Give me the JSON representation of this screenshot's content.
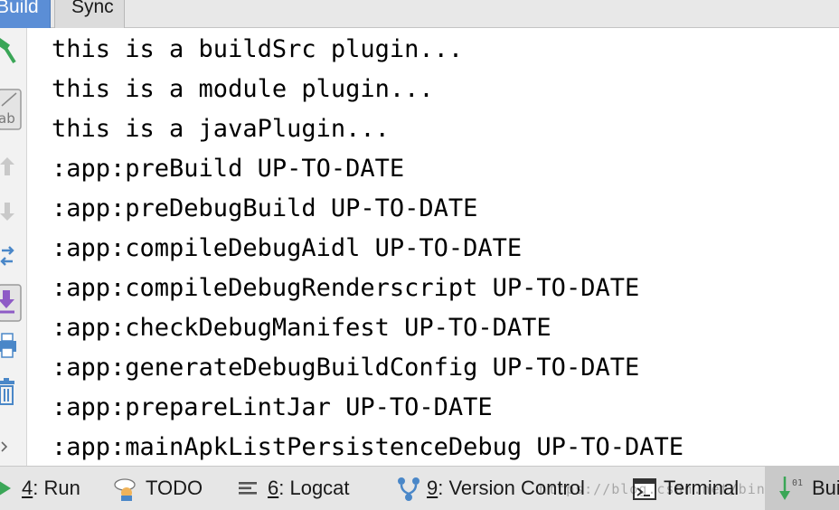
{
  "top_tabs": [
    {
      "label": "Build",
      "active": true
    },
    {
      "label": "Sync",
      "active": false
    }
  ],
  "left_toolbar": [
    "hammer-icon",
    "soft-wrap-icon",
    "arrow-up-icon",
    "arrow-down-icon",
    "toggle-view-icon",
    "scroll-to-end-icon",
    "print-icon",
    "trash-icon",
    "expand-icon"
  ],
  "soft_wrap_label": "ab",
  "console": {
    "lines": [
      "this is a buildSrc plugin...",
      "this is a module plugin...",
      "this is a javaPlugin...",
      ":app:preBuild UP-TO-DATE",
      ":app:preDebugBuild UP-TO-DATE",
      ":app:compileDebugAidl UP-TO-DATE",
      ":app:compileDebugRenderscript UP-TO-DATE",
      ":app:checkDebugManifest UP-TO-DATE",
      ":app:generateDebugBuildConfig UP-TO-DATE",
      ":app:prepareLintJar UP-TO-DATE",
      ":app:mainApkListPersistenceDebug UP-TO-DATE"
    ]
  },
  "bottom_tools": {
    "run": {
      "mnemonic": "4",
      "label": ": Run"
    },
    "todo": {
      "label": "TODO"
    },
    "logcat": {
      "mnemonic": "6",
      "label": ": Logcat"
    },
    "vcs": {
      "mnemonic": "9",
      "label": ": Version Control"
    },
    "terminal": {
      "label": "Terminal"
    },
    "build": {
      "label": "Bui"
    }
  },
  "build_icon_digits": "01 10",
  "watermark": "https://blog.csdn.net/bin",
  "colors": {
    "active_tab": "#5b8ed6",
    "run_green": "#3aa657",
    "hammer_green": "#3aa657",
    "toolbar_bg": "#e6e6e6"
  }
}
